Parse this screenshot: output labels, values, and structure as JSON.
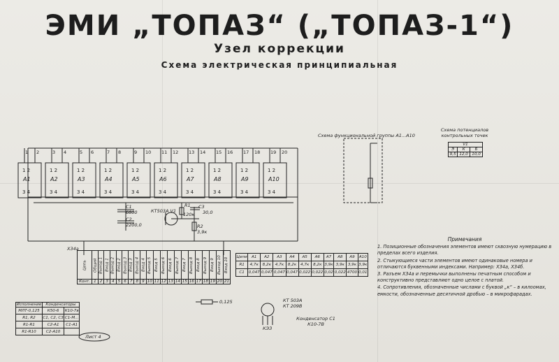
{
  "title": "ЭМИ „ТОПАЗ“ („ТОПАЗ-1“)",
  "subtitle": "Узел коррекции",
  "subtitle2": "Схема электрическая принципиальная",
  "functional_group_label": "Схема функциональной группы А1...А10",
  "control_points_label": "Схема потенциалов контрольных точек",
  "control_table": {
    "ref": "V1",
    "headers": [
      "Э",
      "К",
      "Б"
    ],
    "values": [
      "9,5",
      "12,0",
      "10,0"
    ]
  },
  "pin_pairs": [
    "1",
    "2",
    "3",
    "4",
    "5",
    "6",
    "7",
    "8",
    "9",
    "10",
    "11",
    "12",
    "13",
    "14",
    "15",
    "16",
    "17",
    "18",
    "19",
    "20"
  ],
  "modules": [
    "А1",
    "А2",
    "А3",
    "А4",
    "А5",
    "А6",
    "А7",
    "А8",
    "А9",
    "А10"
  ],
  "module_pins": {
    "top": "1 2",
    "bottom": "3 4"
  },
  "components": {
    "c1": "С1",
    "c1_val": "6800",
    "c2": "С2",
    "c2_val": "2200,0",
    "transistor": "КТ503А V1",
    "r1": "R1",
    "r1_val": "120к",
    "c3": "С3",
    "c3_val": "30,0",
    "r2": "R2",
    "r2_val": "3,9к",
    "connector": "Х34а",
    "r_small": "0,125"
  },
  "connector_rows": [
    [
      "Цепь",
      "Общий",
      "Выход 1",
      "Вход 1",
      "Выход 2",
      "Вход 2",
      "Выход 3",
      "Вход 3",
      "Выход 4",
      "Вход 4",
      "Выход 5",
      "Вход 5",
      "Выход 6",
      "Вход 6",
      "Выход 7",
      "Вход 7",
      "Выход 8",
      "Вход 8",
      "Выход 9",
      "Вход 9",
      "Выход 10",
      "Вход 10"
    ],
    [
      "Конт.",
      "1",
      "2",
      "3",
      "4",
      "5",
      "6",
      "7",
      "8",
      "9",
      "10",
      "11",
      "12",
      "13",
      "14",
      "15",
      "16",
      "17",
      "18",
      "19",
      "20",
      "21"
    ]
  ],
  "cap_table": {
    "rows": [
      [
        "Цепи",
        "А1",
        "А2",
        "А3",
        "А4",
        "А5",
        "А6",
        "А7",
        "А8",
        "А9",
        "А10"
      ],
      [
        "R1",
        "4,7к",
        "8,2к",
        "4,7к",
        "8,2к",
        "4,7к",
        "8,2к",
        "3,9к",
        "3,9к",
        "3,9к",
        "3,9к"
      ],
      [
        "С1",
        "0,047",
        "0,047",
        "0,047",
        "0,047",
        "0,022",
        "0,022",
        "0,02",
        "0,022",
        "4700",
        "0,01"
      ]
    ]
  },
  "legend_table": {
    "header": [
      "Исполнение",
      "Конденсаторы"
    ],
    "sub": [
      "МЛТ-0,125",
      "К50-6",
      "К10-7в"
    ],
    "rows": [
      [
        "R1, R2",
        "С1, С2, С3",
        "С1-М..."
      ],
      [
        "R1-R1",
        "С2-А1",
        "С1-А1"
      ],
      [
        "R1-R10",
        "С2-А10",
        ""
      ]
    ]
  },
  "transistor_legend": [
    "КТ 503А",
    "КТ 209В"
  ],
  "kt_label": "КЭЗ",
  "capacitor_label": "Конденсатор С1 К10-7В",
  "sheet_label": "Лист 4",
  "notes": {
    "title": "Примечания",
    "items": [
      "1. Позиционные обозначения элементов имеют сквозную нумерацию в пределах всего изделия.",
      "2. Стыкующиеся части элементов имеют одинаковые номера и отличаются буквенными индексами. Например: Х34а, Х34б.",
      "3. Разъем Х34а и перемычки выполнены печатным способом и конструктивно представляют одно целое с платой.",
      "4. Сопротивления, обозначенные числами с буквой „к“ – в килоомах, емкости, обозначенные десятичной дробью – в микрофарадах."
    ]
  }
}
